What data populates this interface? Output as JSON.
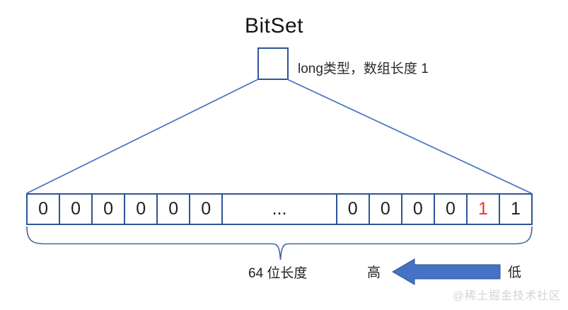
{
  "title": "BitSet",
  "node": {
    "label": "long类型，数组长度 1"
  },
  "bit_array": {
    "cells": [
      {
        "value": "0"
      },
      {
        "value": "0"
      },
      {
        "value": "0"
      },
      {
        "value": "0"
      },
      {
        "value": "0"
      },
      {
        "value": "0"
      },
      {
        "value": "..."
      },
      {
        "value": "0"
      },
      {
        "value": "0"
      },
      {
        "value": "0"
      },
      {
        "value": "0"
      },
      {
        "value": "1"
      },
      {
        "value": "1"
      }
    ],
    "highlight_index": 11,
    "highlight_value": "1"
  },
  "annotations": {
    "length_label": "64 位长度",
    "high_label": "高",
    "low_label": "低",
    "arrow_direction": "left"
  },
  "watermark": "@稀土掘金技术社区",
  "colors": {
    "outline_blue": "#2F5496",
    "connector_blue": "#4472C4",
    "arrow_fill": "#4472C4",
    "highlight_red": "#E23A2B",
    "watermark_gray": "#D4D4D4",
    "text_black": "#1f1f1f"
  }
}
